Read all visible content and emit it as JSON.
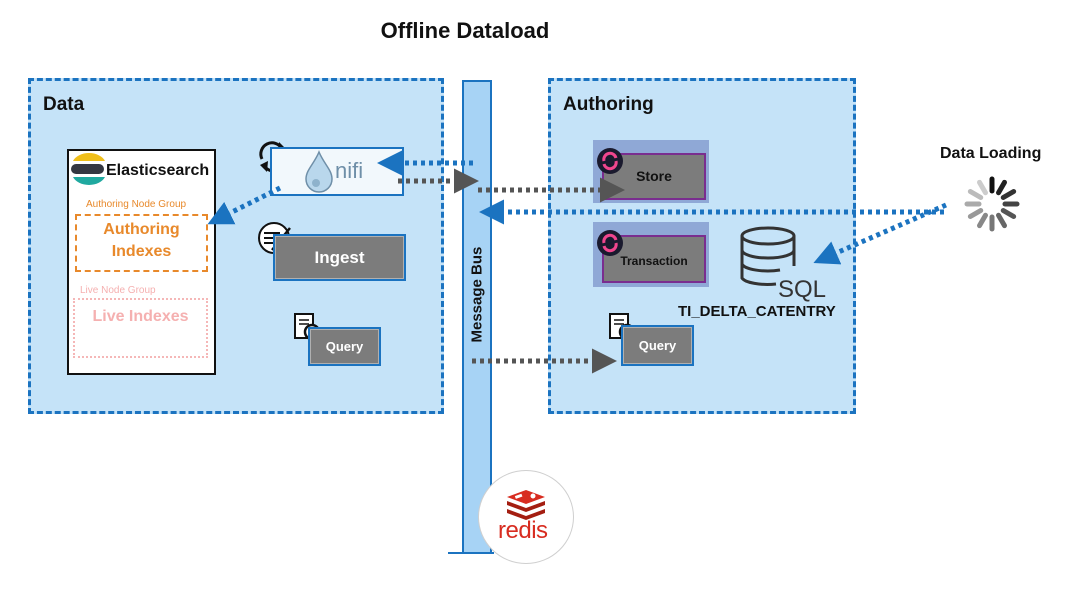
{
  "title": "Offline Dataload",
  "data_panel": {
    "label": "Data",
    "elasticsearch": {
      "name": "Elasticsearch",
      "authoring_group_label": "Authoring Node Group",
      "authoring_indexes_line1": "Authoring",
      "authoring_indexes_line2": "Indexes",
      "live_group_label": "Live Node Group",
      "live_indexes": "Live Indexes"
    },
    "nifi_label": "nifi",
    "ingest_label": "Ingest",
    "query_label": "Query"
  },
  "message_bus": {
    "label": "Message Bus",
    "redis_label": "redis"
  },
  "authoring_panel": {
    "label": "Authoring",
    "store_label": "Store",
    "transaction_label": "Transaction",
    "query_label": "Query",
    "sql_label": "SQL",
    "table_name": "TI_DELTA_CATENTRY"
  },
  "data_loading": "Data Loading",
  "colors": {
    "panel_fill": "#c5e3f8",
    "panel_border": "#1b73c0",
    "flow_blue": "#1b73c0",
    "flow_gray": "#555555",
    "authoring_orange": "#e8892b",
    "live_pink": "#f5b0b0",
    "redis_red": "#d82c20"
  }
}
